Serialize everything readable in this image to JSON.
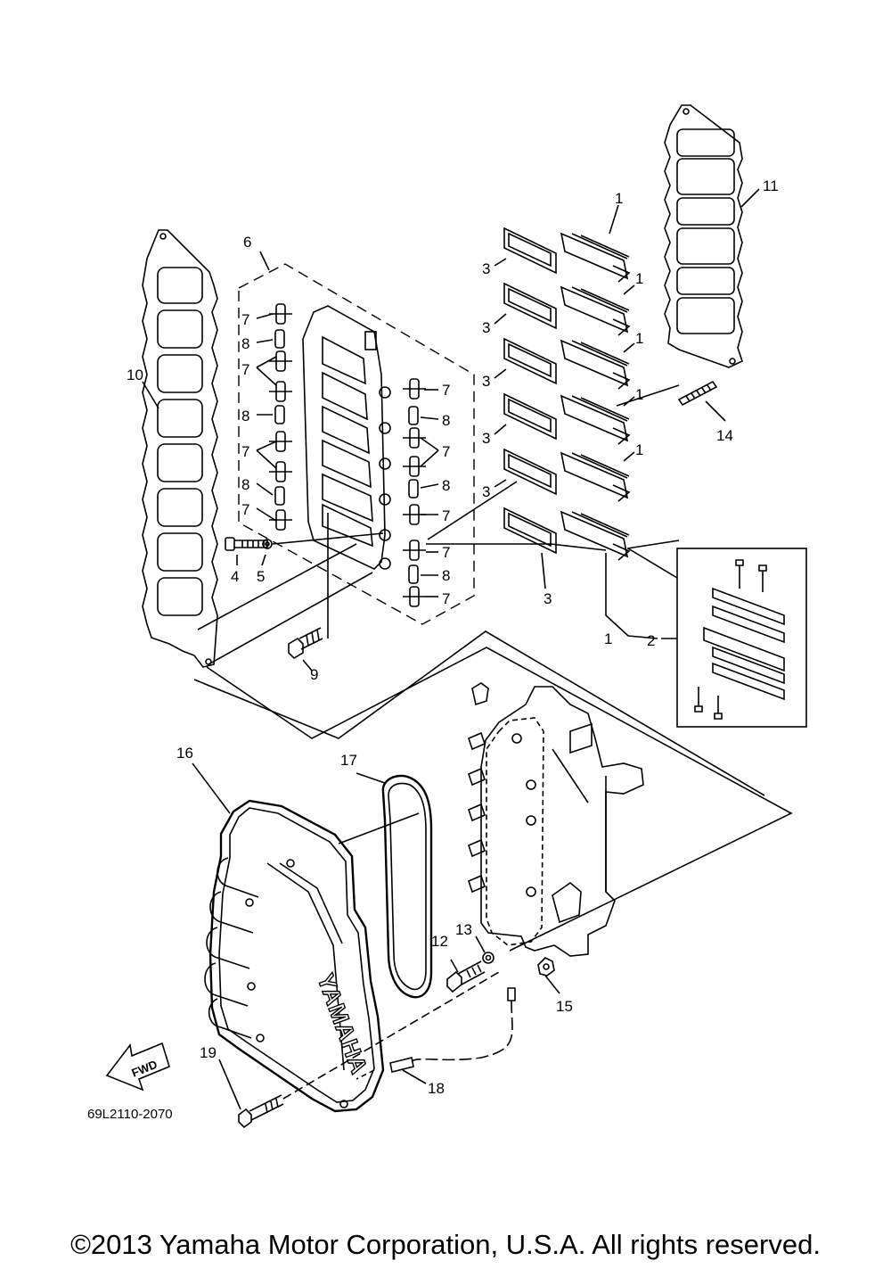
{
  "diagram": {
    "callouts": {
      "c1": "1",
      "c2": "2",
      "c3": "3",
      "c4": "4",
      "c5": "5",
      "c6": "6",
      "c7": "7",
      "c8": "8",
      "c9": "9",
      "c10": "10",
      "c11": "11",
      "c12": "12",
      "c13": "13",
      "c14": "14",
      "c15": "15",
      "c16": "16",
      "c17": "17",
      "c18": "18",
      "c19": "19"
    },
    "fwd_label": "FWD",
    "brand_mark": "YAMAHA",
    "drawing_code": "69L2110-2070"
  },
  "footer": {
    "copyright": "©2013 Yamaha Motor Corporation, U.S.A. All rights reserved."
  }
}
